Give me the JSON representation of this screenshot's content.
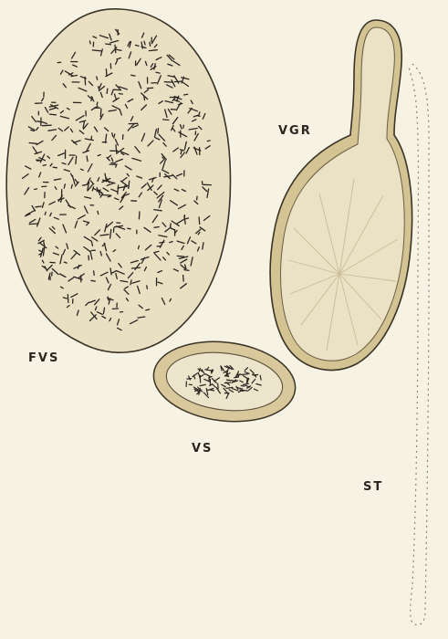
{
  "colors": {
    "paper": "#f6f2e4",
    "cell_fill": "#e9e0c4",
    "cell_outline": "#3a3326",
    "wall_fill": "#d8c89c",
    "rod": "#2b2520",
    "duct_dots": "#8a8478"
  },
  "labels": {
    "fvs": "FVS",
    "vs": "VS",
    "vgr": "VGR",
    "st": "ST"
  }
}
